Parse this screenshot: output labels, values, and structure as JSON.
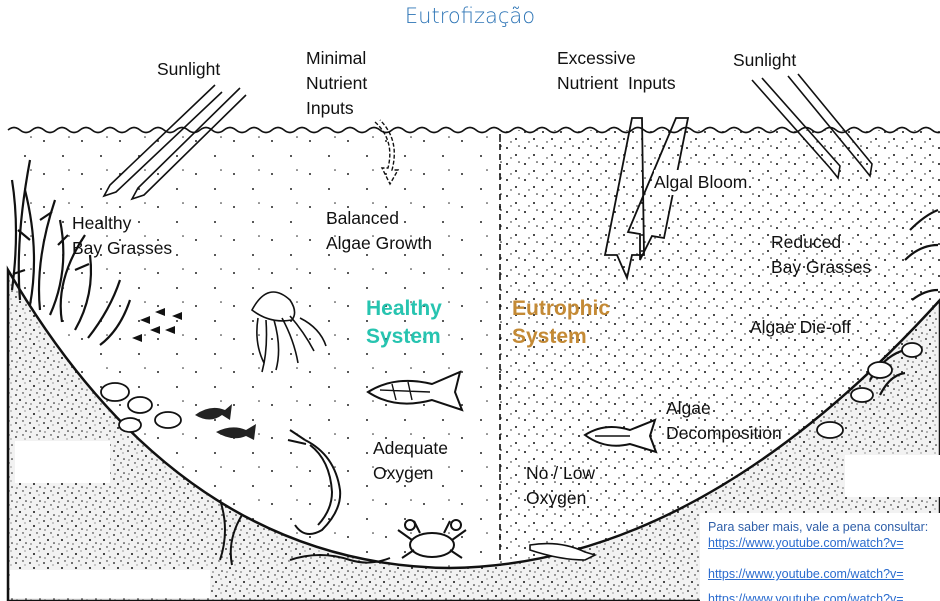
{
  "title": "Eutrofização",
  "labels": {
    "sunlight_left": "Sunlight",
    "minimal_1": "Minimal",
    "minimal_2": "Nutrient",
    "minimal_3": "Inputs",
    "excessive_1": "Excessive",
    "excessive_2": "Nutrient  Inputs",
    "sunlight_right": "Sunlight",
    "algal_bloom": "Algal Bloom",
    "healthy_bay_1": "Healthy",
    "healthy_bay_2": "Bay Grasses",
    "balanced_1": "Balanced",
    "balanced_2": "Algae Growth",
    "reduced_1": "Reduced",
    "reduced_2": "Bay Grasses",
    "die_off": "Algae Die-off",
    "algae_decomp_1": "Algae",
    "algae_decomp_2": "Decomposition",
    "adequate_1": "Adequate",
    "adequate_2": "Oxygen",
    "nolow_1": "No / Low",
    "nolow_2": "Oxygen"
  },
  "systems": {
    "healthy_1": "Healthy",
    "healthy_2": "System",
    "eutrophic_1": "Eutrophic",
    "eutrophic_2": "System"
  },
  "colors": {
    "healthy": "#27c4b0",
    "eutrophic": "#c48a35",
    "title": "#2e75b6",
    "link": "#2b6ccf"
  },
  "info": {
    "intro": "Para saber mais, vale a pena consultar:",
    "links": [
      "https://www.youtube.com/watch?v=",
      "https://www.youtube.com/watch?v=",
      "https://www.youtube.com/watch?v="
    ]
  }
}
